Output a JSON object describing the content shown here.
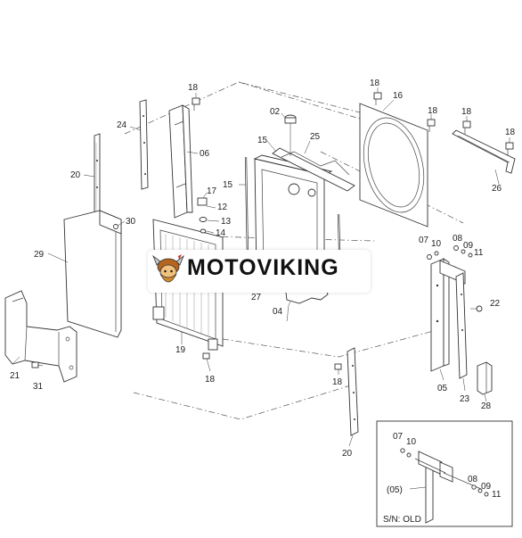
{
  "labels": {
    "p02": "02",
    "p04": "04",
    "p05": "05",
    "p06": "06",
    "p07": "07",
    "p08": "08",
    "p09": "09",
    "p10": "10",
    "p11": "11",
    "p12": "12",
    "p13": "13",
    "p14": "14",
    "p15": "15",
    "p16": "16",
    "p17": "17",
    "p18": "18",
    "p19": "19",
    "p20": "20",
    "p21": "21",
    "p22": "22",
    "p23": "23",
    "p24": "24",
    "p25": "25",
    "p26": "26",
    "p27": "27",
    "p28": "28",
    "p29": "29",
    "p30": "30",
    "p31": "31"
  },
  "inset": {
    "label_07": "07",
    "label_10": "10",
    "label_08": "08",
    "label_09": "09",
    "label_11": "11",
    "label_05": "(05)",
    "sn_text": "S/N: OLD"
  },
  "logo": {
    "text": "MOTOVIKING",
    "mark": "viking-mascot"
  }
}
